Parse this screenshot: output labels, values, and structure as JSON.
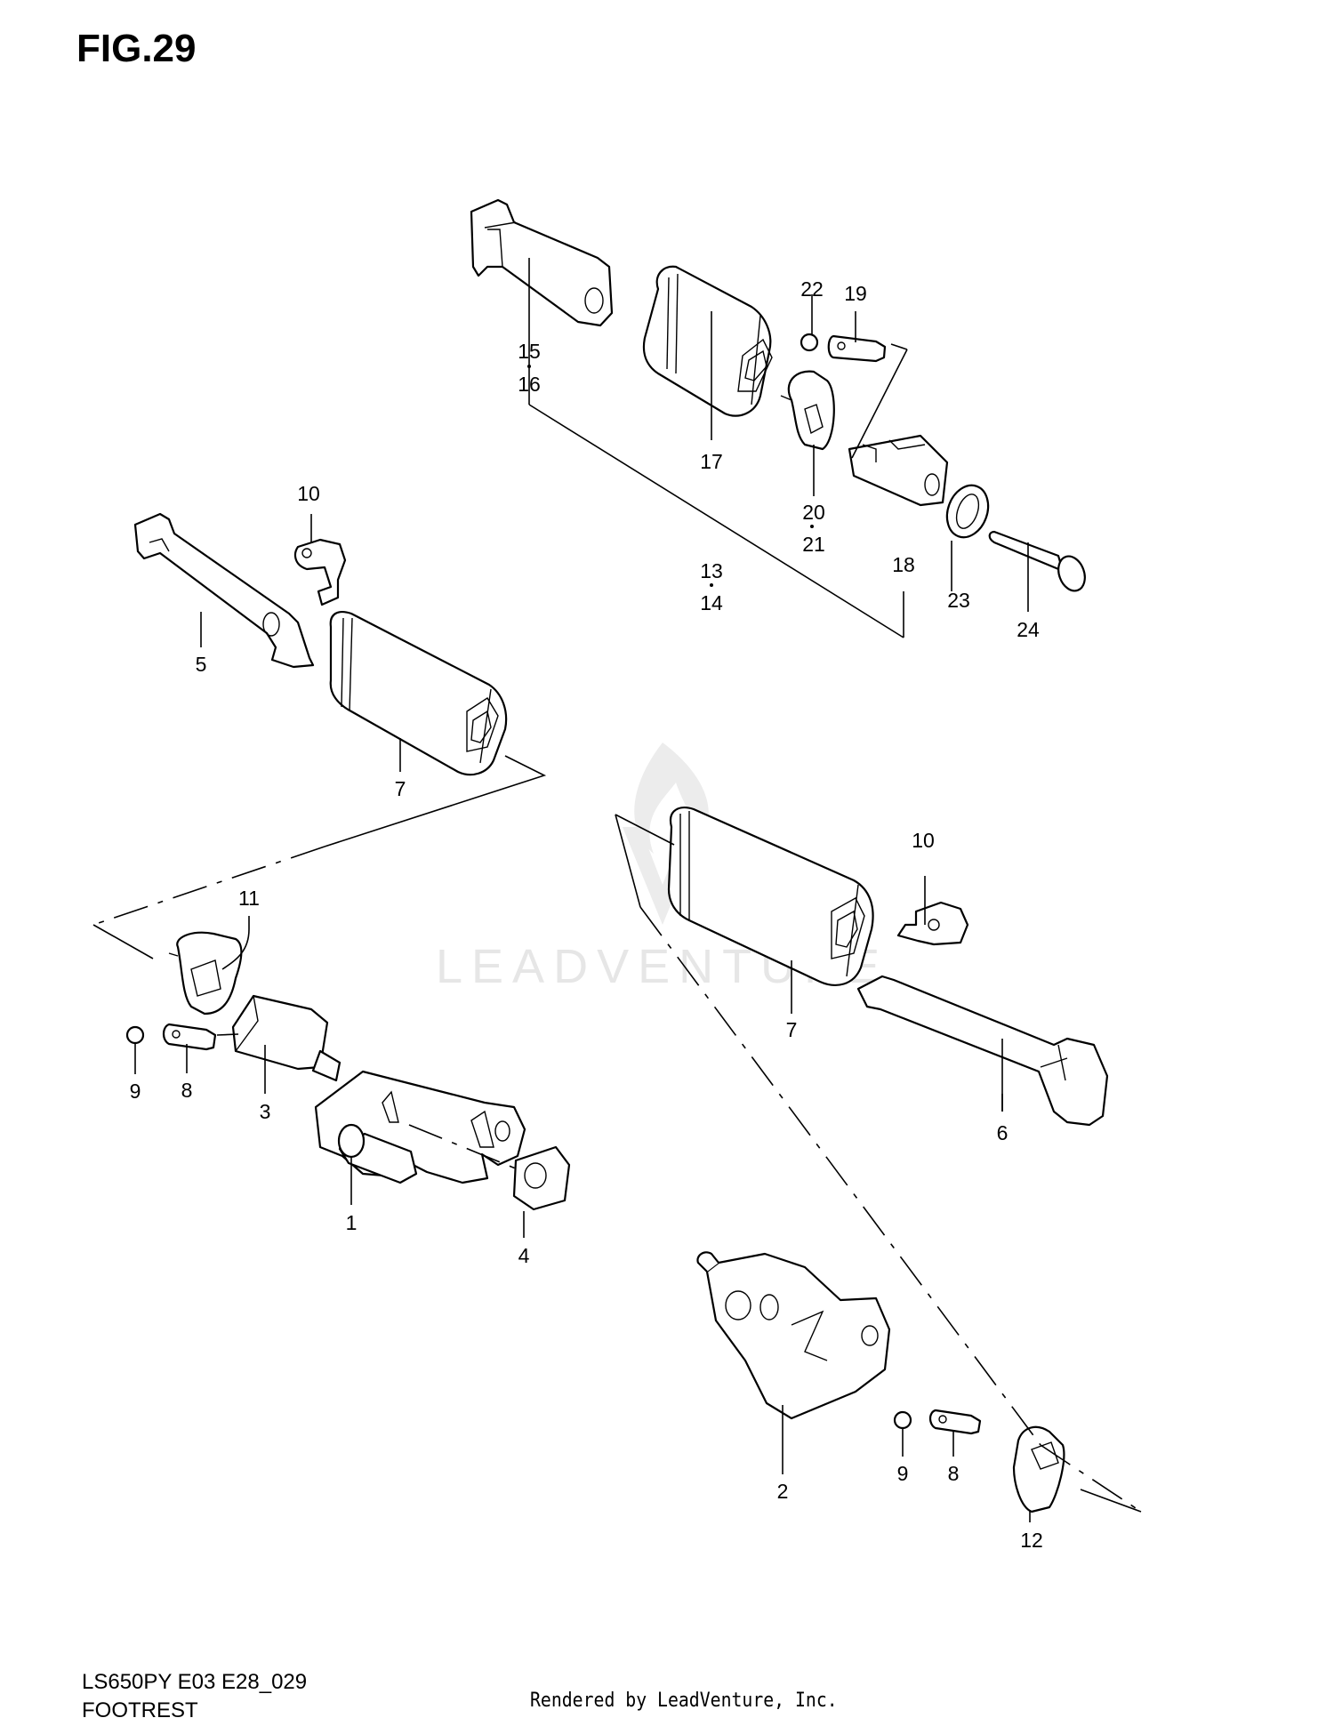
{
  "figure": {
    "title": "FIG.29",
    "model_code": "LS650PY E03 E28_029",
    "section_name": "FOOTREST",
    "rendered_by": "Rendered by LeadVenture, Inc.",
    "watermark": "LEADVENTURE"
  },
  "callouts": [
    {
      "id": "c1",
      "text": "1"
    },
    {
      "id": "c2",
      "text": "2"
    },
    {
      "id": "c3",
      "text": "3"
    },
    {
      "id": "c4",
      "text": "4"
    },
    {
      "id": "c5",
      "text": "5"
    },
    {
      "id": "c6",
      "text": "6"
    },
    {
      "id": "c7a",
      "text": "7"
    },
    {
      "id": "c7b",
      "text": "7"
    },
    {
      "id": "c8a",
      "text": "8"
    },
    {
      "id": "c8b",
      "text": "8"
    },
    {
      "id": "c9a",
      "text": "9"
    },
    {
      "id": "c9b",
      "text": "9"
    },
    {
      "id": "c10a",
      "text": "10"
    },
    {
      "id": "c10b",
      "text": "10"
    },
    {
      "id": "c11",
      "text": "11"
    },
    {
      "id": "c12",
      "text": "12"
    },
    {
      "id": "c13",
      "text": "13"
    },
    {
      "id": "c14",
      "text": "14"
    },
    {
      "id": "c15",
      "text": "15"
    },
    {
      "id": "c16",
      "text": "16"
    },
    {
      "id": "c17",
      "text": "17"
    },
    {
      "id": "c18",
      "text": "18"
    },
    {
      "id": "c19",
      "text": "19"
    },
    {
      "id": "c20",
      "text": "20"
    },
    {
      "id": "c21",
      "text": "21"
    },
    {
      "id": "c22",
      "text": "22"
    },
    {
      "id": "c23",
      "text": "23"
    },
    {
      "id": "c24",
      "text": "24"
    }
  ]
}
